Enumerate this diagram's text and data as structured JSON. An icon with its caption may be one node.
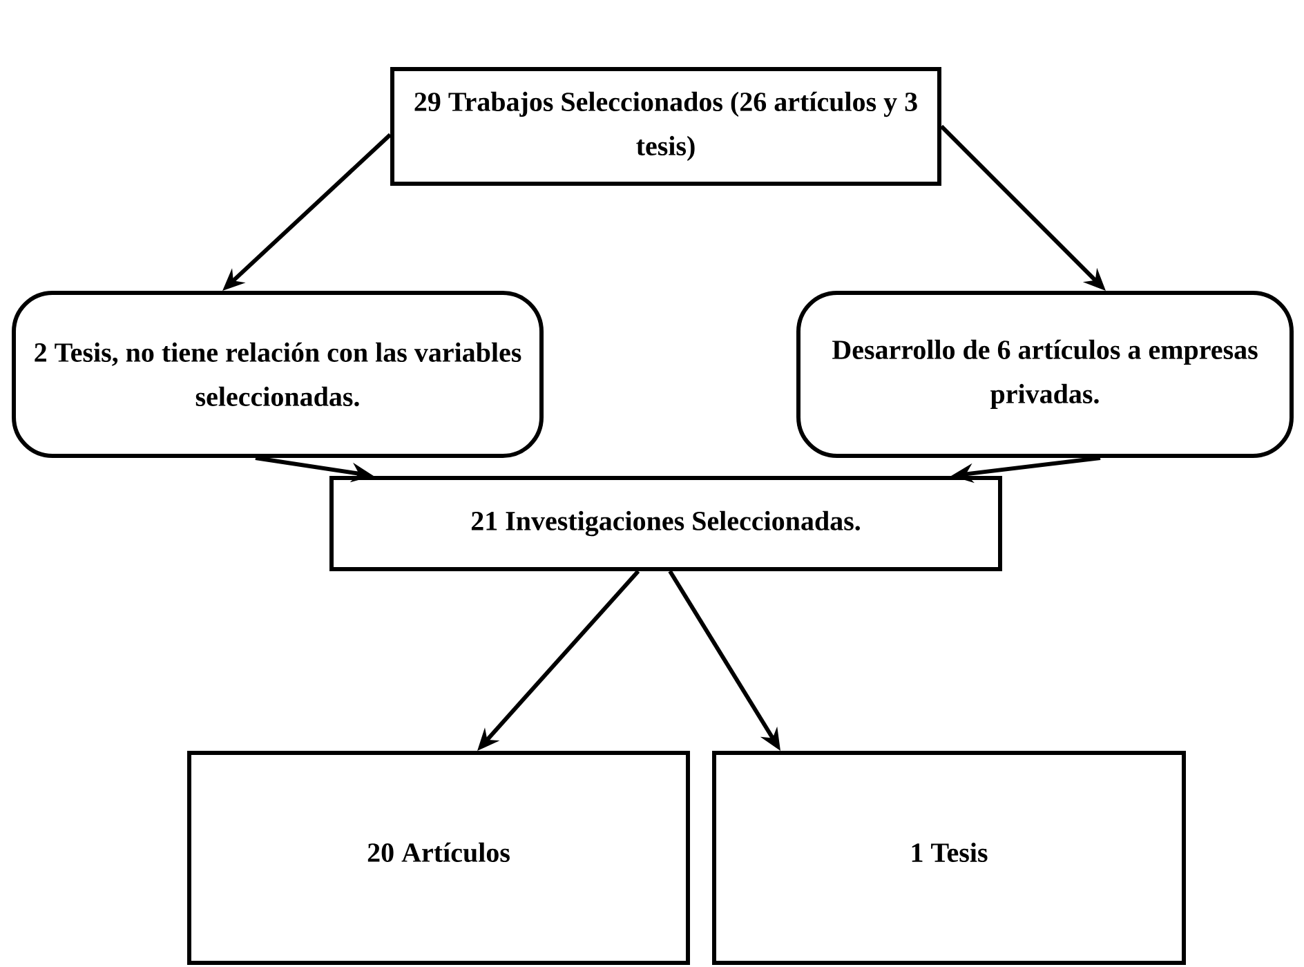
{
  "diagram": {
    "nodes": [
      {
        "text": [
          "29 Trabajos Seleccionados (26 artículos y 3 tesis)"
        ]
      },
      {
        "text": [
          "2 Tesis, no tiene relación con las variables seleccionadas."
        ]
      },
      {
        "text": [
          "Desarrollo de 6 artículos a empresas privadas."
        ]
      },
      {
        "text": [
          "21 Investigaciones Seleccionadas."
        ]
      },
      {
        "text": [
          "20 Artículos"
        ]
      },
      {
        "text": [
          "1 Tesis"
        ]
      }
    ],
    "edges": [
      {
        "from": 0,
        "to": 1,
        "arrow": "to"
      },
      {
        "from": 0,
        "to": 2,
        "arrow": "to"
      },
      {
        "from": 1,
        "to": 3,
        "arrow": "to"
      },
      {
        "from": 2,
        "to": 3,
        "arrow": "to"
      },
      {
        "from": 3,
        "to": 4,
        "arrow": "to"
      },
      {
        "from": 3,
        "to": 5,
        "arrow": "to"
      }
    ]
  }
}
